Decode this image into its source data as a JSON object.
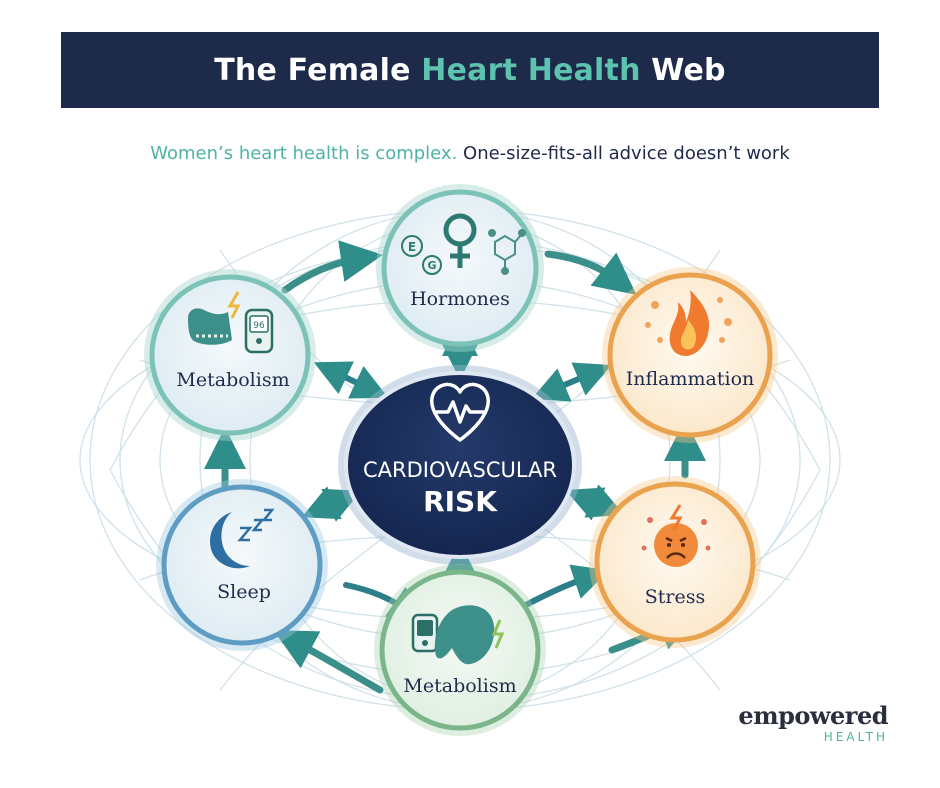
{
  "title": {
    "part1": "The Female ",
    "part2": "Heart Health",
    "part3": " Web"
  },
  "subtitle": {
    "teal": "Women’s heart health is complex.",
    "dark": " One-size-fits-all advice doesn’t work"
  },
  "center": {
    "line1": "CARDIOVASCULAR",
    "line2": "RISK"
  },
  "nodes": {
    "hormones": "Hormones",
    "inflammation": "Inflammation",
    "stress": "Stress",
    "metabolism_bottom": "Metabolism",
    "sleep": "Sleep",
    "metabolism_left": "Metabolism"
  },
  "icons": {
    "hormones_estrogen_letter": "E",
    "hormones_other_letter": "G",
    "metabolism_meter_value": "96"
  },
  "logo": {
    "line1": "empowered",
    "line2": "HEALTH"
  },
  "colors": {
    "navy": "#1e2a4a",
    "teal": "#4fb3a4",
    "orange": "#eaa24f",
    "blue": "#4f8db5",
    "green": "#7bb58a"
  }
}
